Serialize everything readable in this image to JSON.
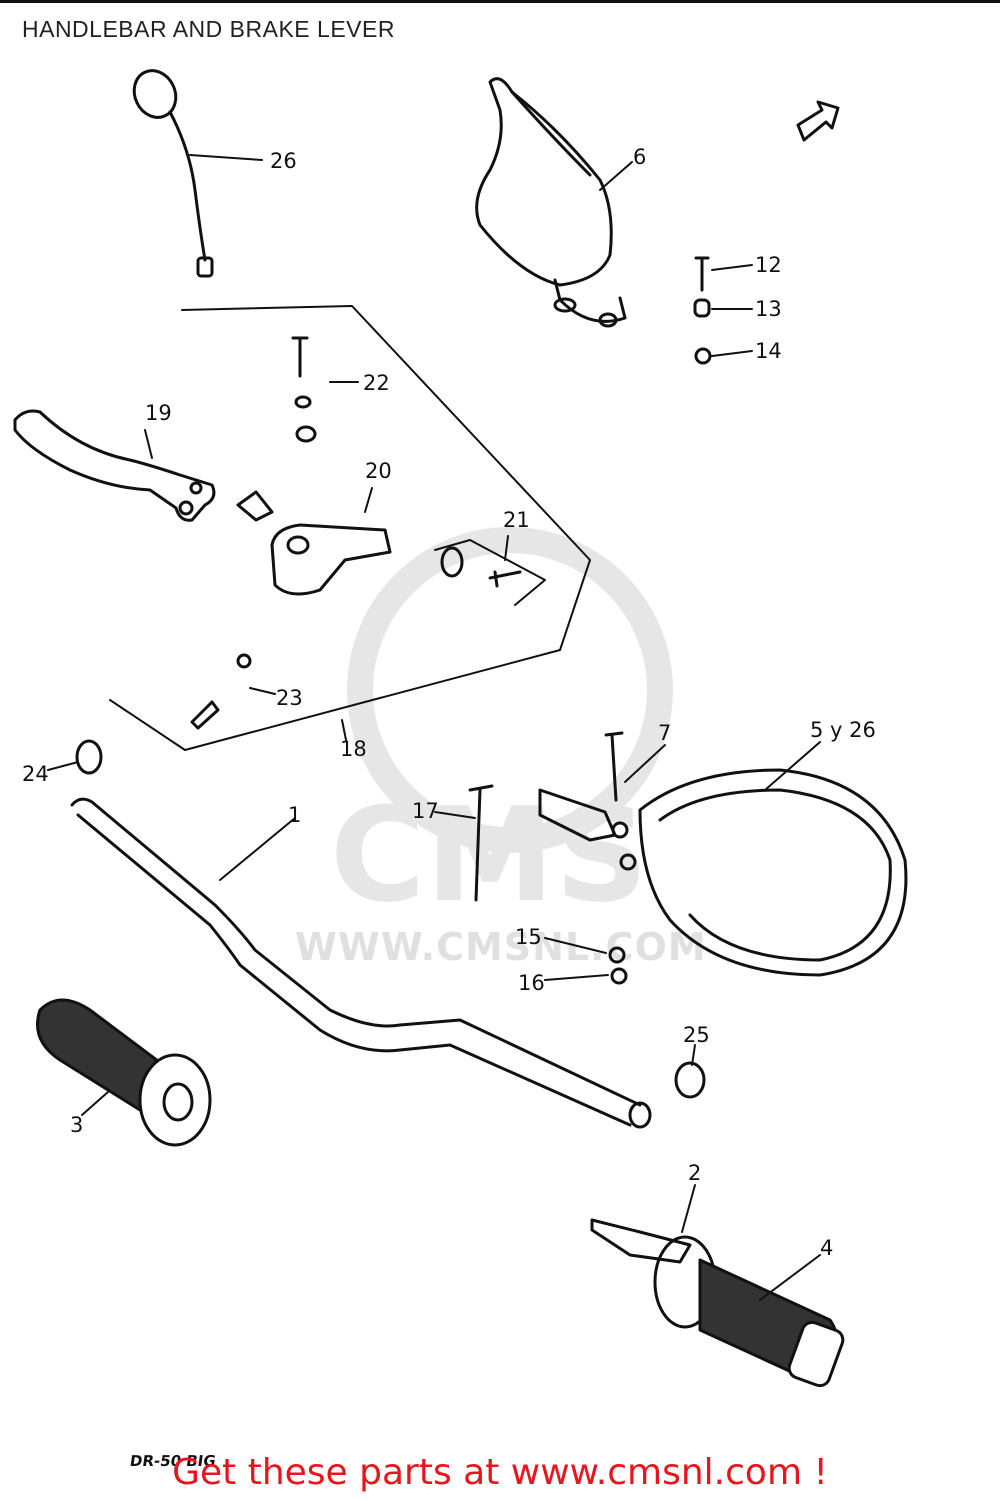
{
  "page": {
    "title": "HANDLEBAR AND BRAKE LEVER",
    "ref_code": "DR-50 BIG",
    "promo_text": "Get these parts at www.cmsnl.com !"
  },
  "watermark": {
    "logo_text": "CMS",
    "url_text": "WWW.CMSNL.COM"
  },
  "callouts": {
    "c1": "1",
    "c2": "2",
    "c3": "3",
    "c4": "4",
    "c5y26": "5 y 26",
    "c6": "6",
    "c7": "7",
    "c12": "12",
    "c13": "13",
    "c14": "14",
    "c15": "15",
    "c16": "16",
    "c17": "17",
    "c18": "18",
    "c19": "19",
    "c20": "20",
    "c21": "21",
    "c22": "22",
    "c23": "23",
    "c24": "24",
    "c25": "25",
    "c26": "26"
  },
  "colors": {
    "promo": "#e8151c",
    "line": "#111111",
    "watermark": "#e0e0e0"
  }
}
